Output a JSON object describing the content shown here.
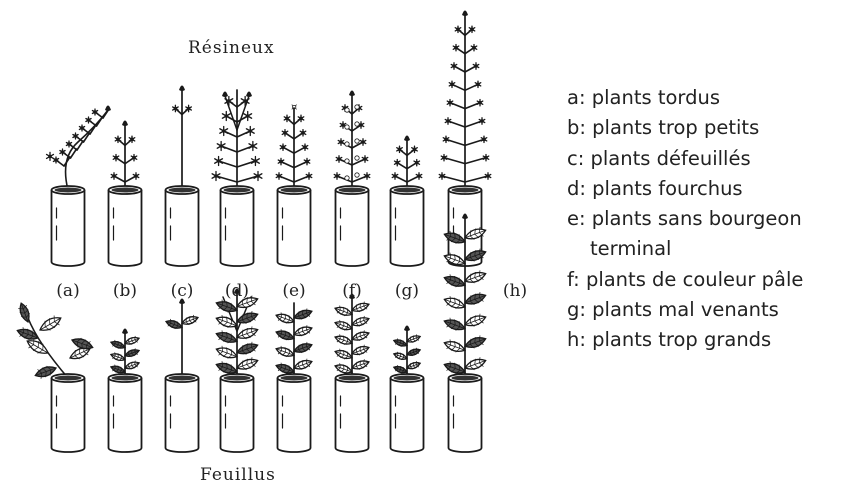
{
  "diagram": {
    "titles": {
      "top": "Résineux",
      "bottom": "Feuillus"
    },
    "column_labels": [
      "(a)",
      "(b)",
      "(c)",
      "(d)",
      "(e)",
      "(f)",
      "(g)",
      "(h)"
    ],
    "legend": [
      {
        "key": "a",
        "lines": [
          "a: plants tordus"
        ]
      },
      {
        "key": "b",
        "lines": [
          "b: plants trop petits"
        ]
      },
      {
        "key": "c",
        "lines": [
          "c: plants défeuillés"
        ]
      },
      {
        "key": "d",
        "lines": [
          "d: plants fourchus"
        ]
      },
      {
        "key": "e",
        "lines": [
          "e: plants sans bourgeon",
          "terminal"
        ]
      },
      {
        "key": "f",
        "lines": [
          "f: plants de couleur pâle"
        ]
      },
      {
        "key": "g",
        "lines": [
          "g: plants mal venants"
        ]
      },
      {
        "key": "h",
        "lines": [
          "h: plants trop grands"
        ]
      }
    ]
  }
}
